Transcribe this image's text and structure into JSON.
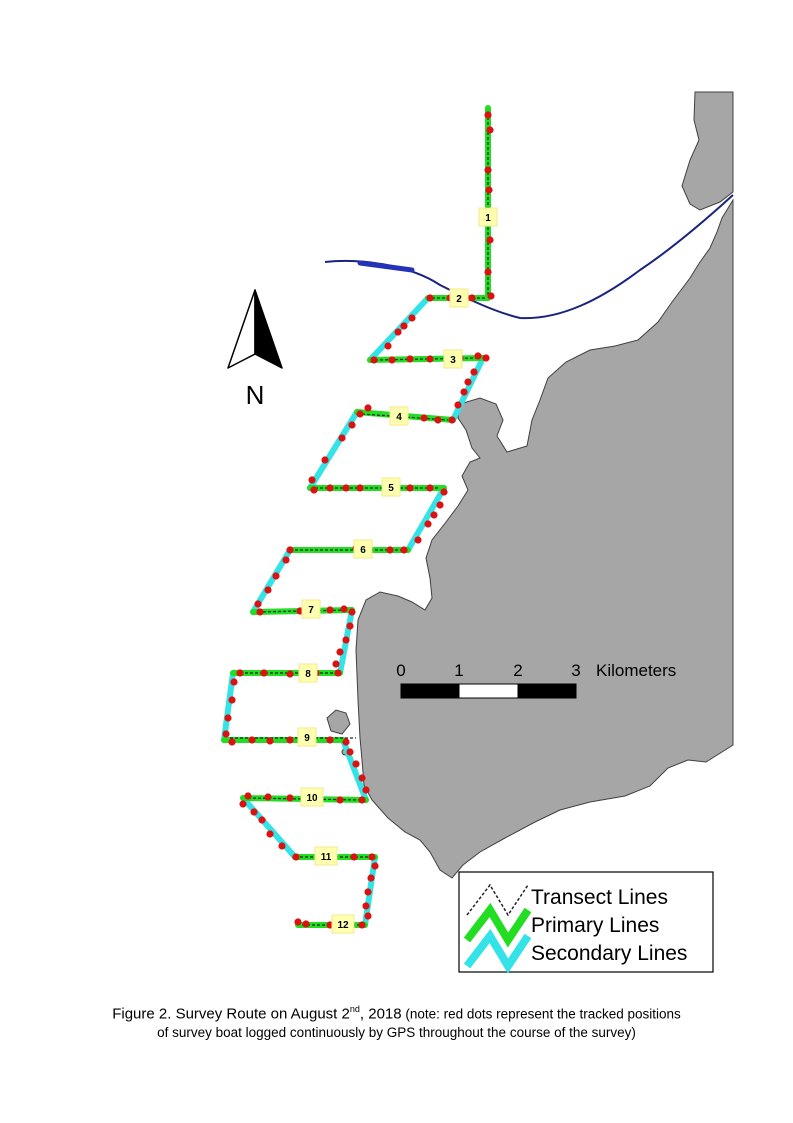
{
  "colors": {
    "land": "#a6a6a6",
    "land_outline": "#404040",
    "transect": "#222222",
    "primary": "#22dd22",
    "secondary": "#33e3e8",
    "gps_dot": "#dd1111",
    "channel": "#1a237e",
    "label_box": "#ffffb0"
  },
  "map": {
    "north_label": "N",
    "transect_labels": [
      "1",
      "2",
      "3",
      "4",
      "5",
      "6",
      "7",
      "8",
      "9",
      "10",
      "11",
      "12"
    ]
  },
  "scale_bar": {
    "ticks": [
      "0",
      "1",
      "2",
      "3"
    ],
    "unit": "Kilometers"
  },
  "legend": {
    "items": [
      {
        "label": "Transect Lines",
        "icon": "dashed-zigzag-icon"
      },
      {
        "label": "Primary Lines",
        "icon": "green-zigzag-icon"
      },
      {
        "label": "Secondary Lines",
        "icon": "cyan-zigzag-icon"
      }
    ]
  },
  "caption": {
    "prefix": "Figure 2.  Survey Route on August 2",
    "superscript": "nd",
    "year": ", 2018",
    "note_line1": " (note: red dots represent the tracked positions",
    "note_line2": "of survey boat logged continuously by GPS throughout the course of the survey)"
  }
}
